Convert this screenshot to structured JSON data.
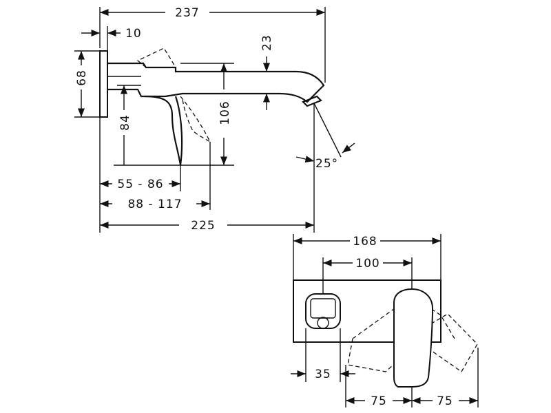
{
  "side_view": {
    "dim_overall_length": "237",
    "dim_wall_plate": "10",
    "dim_plate_height": "68",
    "dim_spout_height": "23",
    "dim_lever_drop": "84",
    "dim_lever_total": "106",
    "dim_angle": "25°",
    "dim_lever_range_short": "55 - 86",
    "dim_lever_range_long": "88 - 117",
    "dim_outlet_reach": "225"
  },
  "front_view": {
    "dim_plate_width": "168",
    "dim_center_distance": "100",
    "dim_aerator_offset": "35",
    "dim_swing_left": "75",
    "dim_swing_right": "75"
  }
}
